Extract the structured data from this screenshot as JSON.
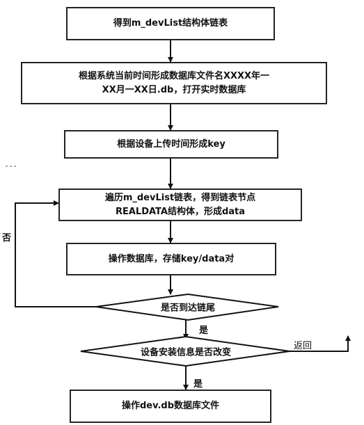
{
  "flowchart": {
    "step1": "得到m_devList结构体链表",
    "step2_line1": "根据系统当前时间形成数据库文件名XXXX年一",
    "step2_line2": "XX月一XX日.db，打开实时数据库",
    "step3": "根据设备上传时间形成key",
    "step4_line1": "遍历m_devList链表，得到链表节点",
    "step4_line2": "REALDATA结构体，形成data",
    "step5": "操作数据库，存储key/data对",
    "decision1": "是否到达链尾",
    "decision1_no": "否",
    "decision1_yes": "是",
    "decision2": "设备安装信息是否改变",
    "decision2_no": "返回",
    "decision2_yes": "是",
    "step6": "操作dev.db数据库文件"
  }
}
